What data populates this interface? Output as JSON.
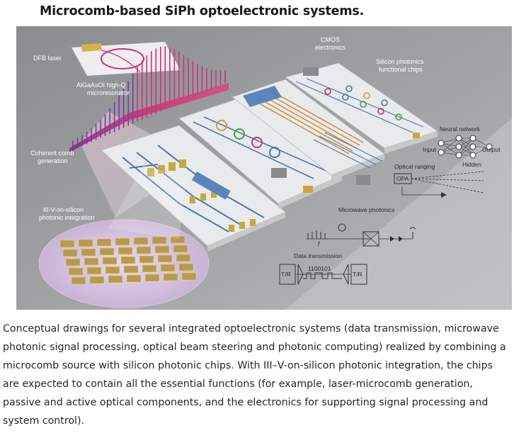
{
  "title": "Microcomb-based SiPh optoelectronic systems.",
  "figure": {
    "labels": {
      "dfb_laser": "DFB laser",
      "microresonator_line1": "AlGaAsOI high-Q",
      "microresonator_line2": "microresonator",
      "comb_line1": "Coherent comb",
      "comb_line2": "generation",
      "integration_line1": "III-V-on-silicon",
      "integration_line2": "photonic integration",
      "cmos_line1": "CMOS",
      "cmos_line2": "electronics",
      "siph_line1": "Silicon photonics",
      "siph_line2": "functional chips",
      "neural_network": "Neural network",
      "nn_input": "Input",
      "nn_hidden": "Hidden",
      "nn_output": "Output",
      "optical_ranging": "Optical ranging",
      "opa": "OPA",
      "microwave_photonics": "Microwave photonics",
      "data_transmission": "Data transmission",
      "bits": "1100101",
      "tr_left": "T/R",
      "tr_right": "T/R",
      "freq_symbol": "f"
    },
    "colors": {
      "background": "#9a9c9e",
      "chip": "#e9eaeb",
      "waveguide": "#4a78b4",
      "comb_pink": "#c8327a",
      "comb_purple": "#6a3aa8",
      "gold": "#c9a83a"
    }
  },
  "caption": "Conceptual drawings for several integrated optoelectronic systems (data transmission, microwave photonic signal processing, optical beam steering and photonic computing) realized by combining a microcomb source with silicon photonic chips. With III–V-on-silicon photonic integration, the chips are expected to contain all the essential functions (for example, laser-microcomb generation, passive and active optical components, and the electronics for supporting signal processing and system control)."
}
